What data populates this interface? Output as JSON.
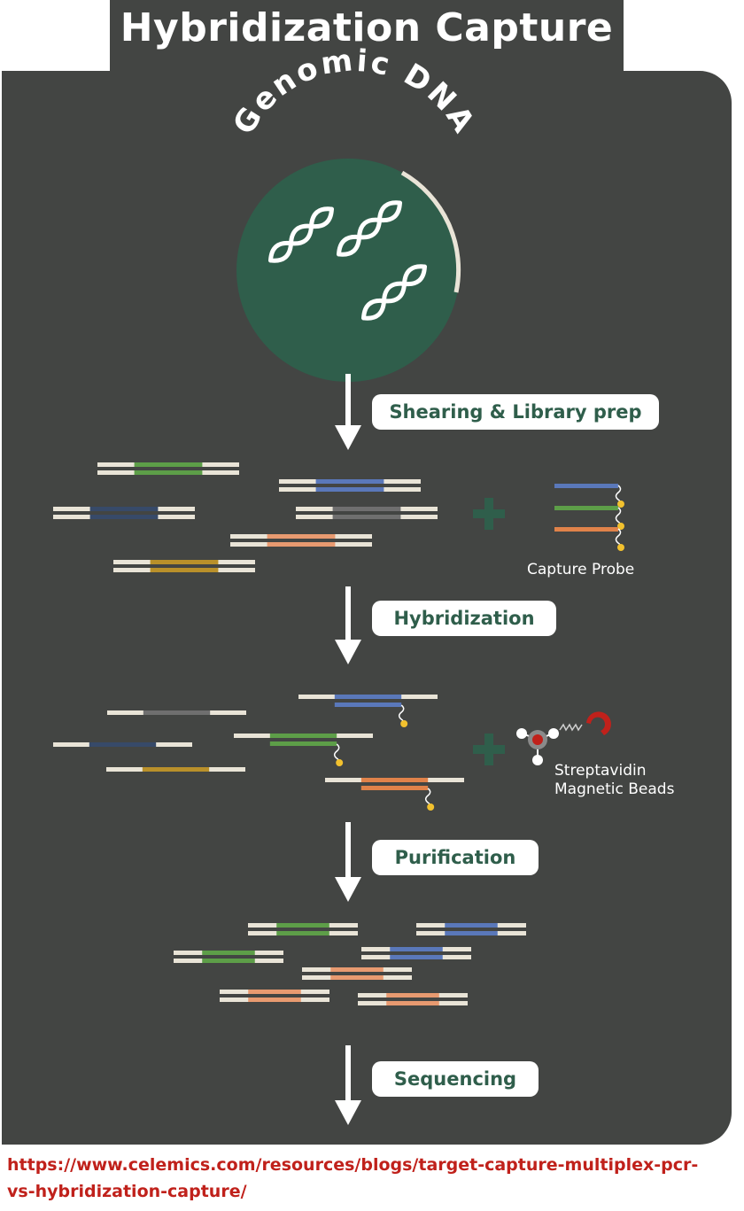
{
  "title": "Hybridization Capture",
  "circle_label": "Genomic DNA",
  "steps": [
    {
      "label": "Shearing & Library prep"
    },
    {
      "label": "Hybridization"
    },
    {
      "label": "Purification"
    },
    {
      "label": "Sequencing"
    }
  ],
  "probe_label": "Capture Probe",
  "beads_label": [
    "Streptavidin",
    "Magnetic Beads"
  ],
  "source_url": [
    "https://www.celemics.com/resources/blogs/target-capture-multiplex-pcr-",
    "vs-hybridization-capture/"
  ],
  "colors": {
    "background": "#434543",
    "circle": "#2f5e4b",
    "adapter": "#e9e4d7",
    "green": "#5d9e48",
    "blue": "#5a78ba",
    "navy": "#374a69",
    "gray": "#6f6f6f",
    "salmon": "#e89a70",
    "orange": "#e0824a",
    "olive": "#b9902a",
    "plus": "#2f5e4b",
    "bead_red": "#c0211b",
    "biotin": "#f2c12e"
  }
}
